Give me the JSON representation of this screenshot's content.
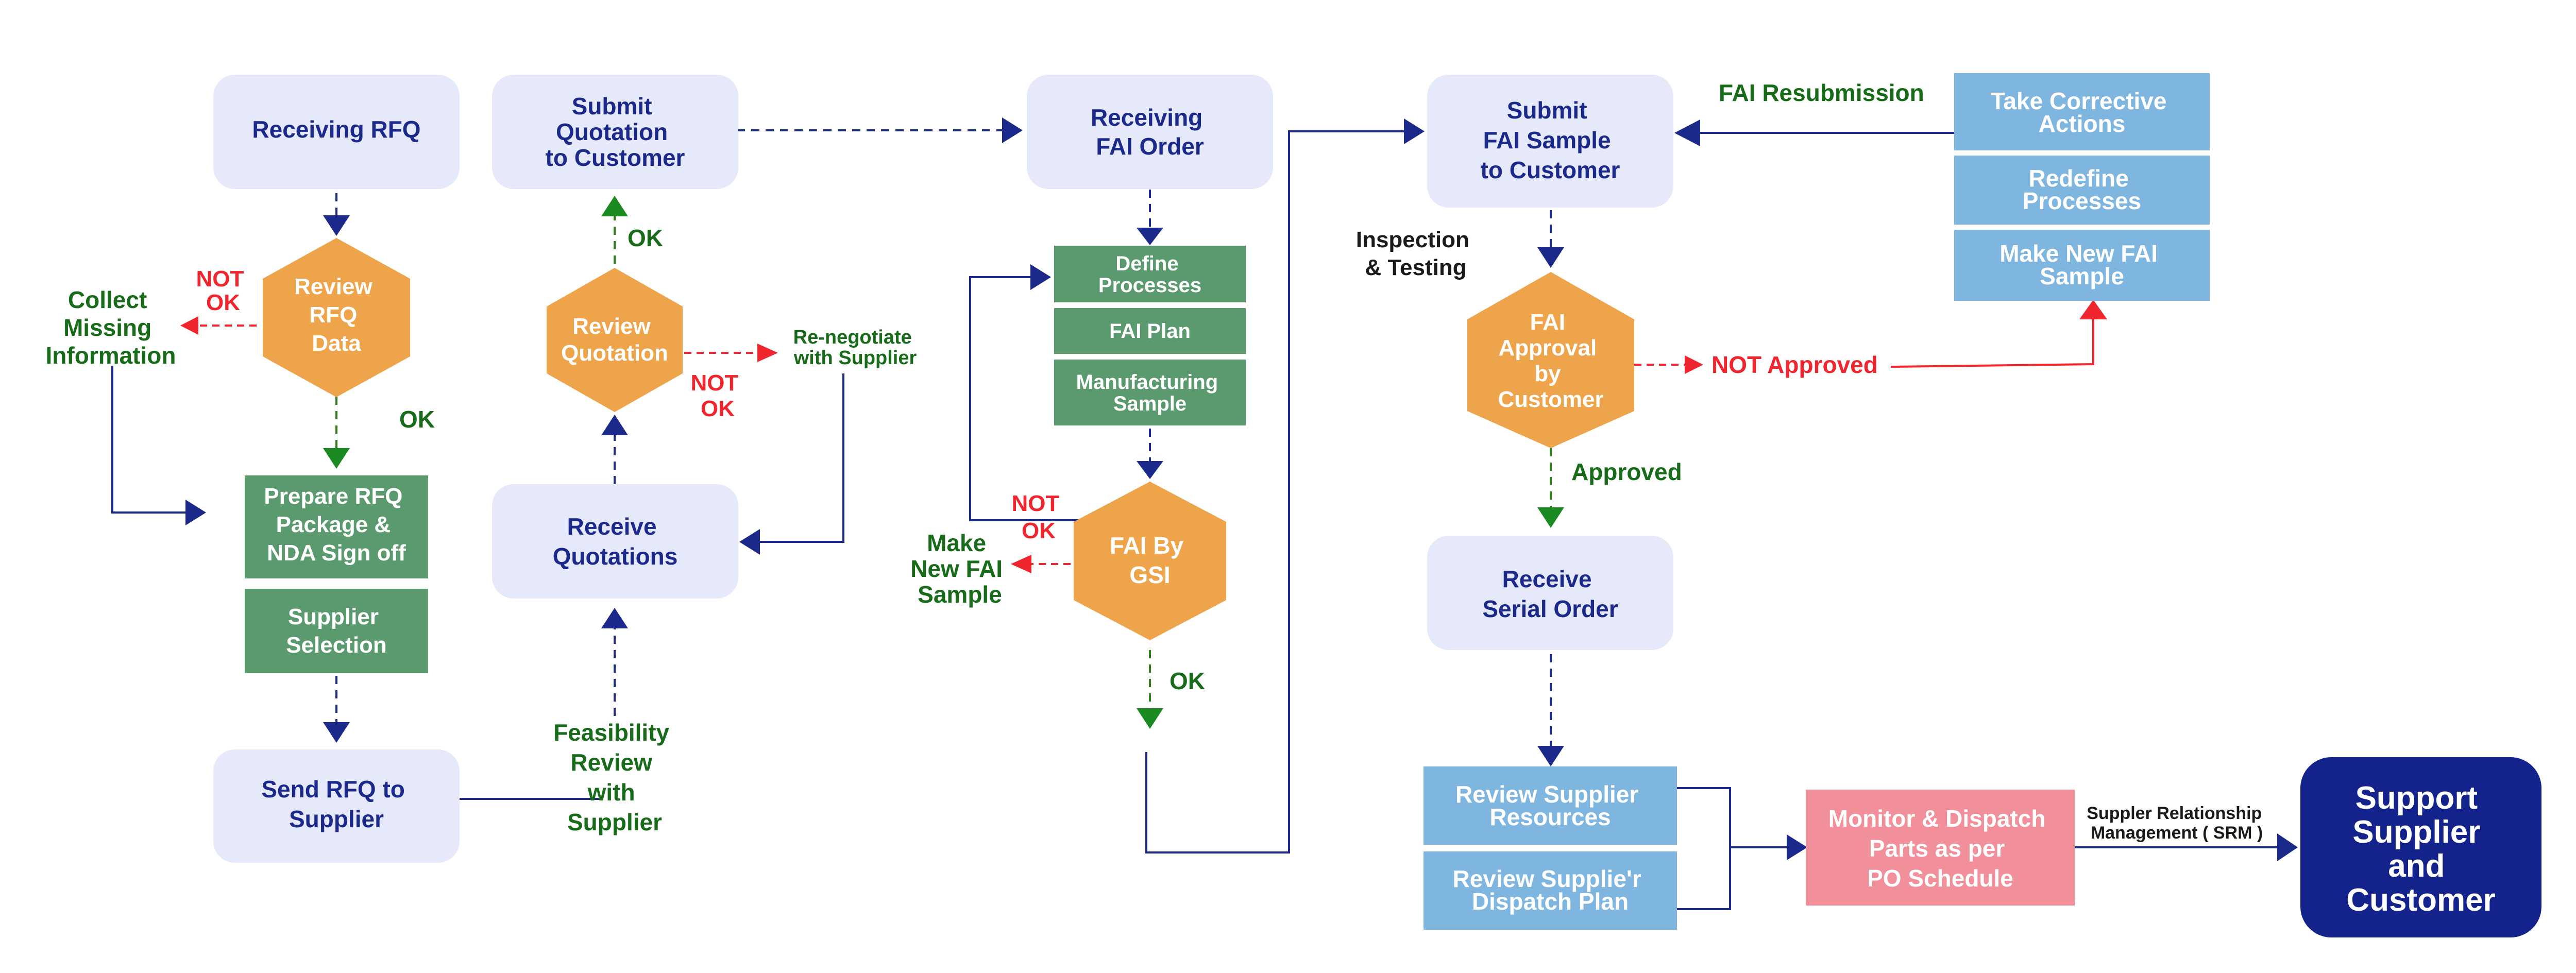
{
  "colors": {
    "lavender_box": "#e6e9f9",
    "green_box": "#5a9a6e",
    "orange_hex": "#eea44b",
    "blue_box": "#7eb6e0",
    "pink_box": "#f1909a",
    "navy_box": "#14238c",
    "navy_text": "#1b2a8a",
    "ok_green": "#176b19",
    "not_ok_red": "#f0262f"
  },
  "nodes": {
    "receiving_rfq": [
      "Receiving RFQ"
    ],
    "review_rfq_data": [
      "Review",
      "RFQ",
      "Data"
    ],
    "prepare_rfq_package": [
      "Prepare RFQ",
      "Package &",
      "NDA Sign off"
    ],
    "supplier_selection": [
      "Supplier",
      "Selection"
    ],
    "send_rfq": [
      "Send RFQ to",
      "Supplier"
    ],
    "submit_quotation": [
      "Submit",
      "Quotation",
      "to Customer"
    ],
    "review_quotation": [
      "Review",
      "Quotation"
    ],
    "receive_quotations": [
      "Receive",
      "Quotations"
    ],
    "receiving_fai_order": [
      "Receiving",
      "FAI Order"
    ],
    "define_processes": [
      "Define",
      "Processes"
    ],
    "fai_plan": [
      "FAI Plan"
    ],
    "manufacturing_sample": [
      "Manufacturing",
      "Sample"
    ],
    "fai_by_gsi": [
      "FAI By",
      "GSI"
    ],
    "submit_fai_sample": [
      "Submit",
      "FAI Sample",
      "to Customer"
    ],
    "fai_approval": [
      "FAI",
      "Approval",
      "by",
      "Customer"
    ],
    "receive_serial_order": [
      "Receive",
      "Serial Order"
    ],
    "take_corrective_actions": [
      "Take Corrective",
      "Actions"
    ],
    "redefine_processes": [
      "Redefine",
      "Processes"
    ],
    "make_new_fai_sample_box": [
      "Make New FAI",
      "Sample"
    ],
    "review_supplier_resources": [
      "Review Supplier",
      "Resources"
    ],
    "review_dispatch_plan": [
      "Review Supplie'r",
      "Dispatch Plan"
    ],
    "monitor_dispatch": [
      "Monitor & Dispatch",
      "Parts as per",
      "PO Schedule"
    ],
    "support_supplier": [
      "Support",
      "Supplier",
      "and",
      "Customer"
    ]
  },
  "labels": {
    "collect_missing": [
      "Collect",
      "Missing",
      "Information"
    ],
    "not_ok_rfq": [
      "NOT",
      "OK"
    ],
    "ok_rfq": [
      "OK"
    ],
    "ok_quotation": [
      "OK"
    ],
    "not_ok_quotation": [
      "NOT",
      "OK"
    ],
    "renegotiate": [
      "Re-negotiate",
      "with Supplier"
    ],
    "feasibility_review": [
      "Feasibility",
      "Review",
      "with",
      "Supplier"
    ],
    "not_ok_gsi": [
      "NOT",
      "OK"
    ],
    "make_new_fai_sample_label": [
      "Make",
      "New FAI",
      "Sample"
    ],
    "ok_gsi": [
      "OK"
    ],
    "inspection_testing": [
      "Inspection",
      "& Testing"
    ],
    "fai_resubmission": [
      "FAI Resubmission"
    ],
    "not_approved": [
      "NOT Approved"
    ],
    "approved": [
      "Approved"
    ],
    "srm": [
      "Suppler Relationship",
      "Management ( SRM )"
    ]
  }
}
